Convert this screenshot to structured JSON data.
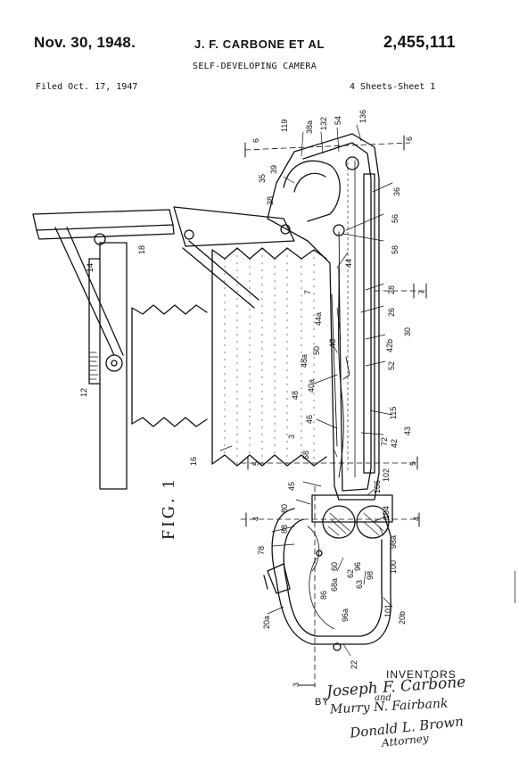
{
  "header": {
    "date": "Nov. 30, 1948.",
    "inventor": "J. F. CARBONE ET AL",
    "patent_number": "2,455,111",
    "title": "SELF-DEVELOPING CAMERA",
    "filed": "Filed Oct. 17, 1947",
    "sheets": "4 Sheets-Sheet 1"
  },
  "figure": {
    "label": "FIG. 1",
    "ref_labels": [
      "136",
      "54",
      "132",
      "38a",
      "119",
      "6",
      "39",
      "35",
      "38",
      "36",
      "56",
      "58",
      "18",
      "14",
      "44",
      "28",
      "7",
      "26",
      "44a",
      "30",
      "40",
      "50",
      "48a",
      "42b",
      "52",
      "40a",
      "48",
      "12",
      "115",
      "46",
      "3",
      "72",
      "42",
      "43",
      "68",
      "16",
      "5",
      "45",
      "102",
      "106",
      "80",
      "104",
      "4",
      "88",
      "60",
      "62",
      "96",
      "68a",
      "78",
      "63",
      "98",
      "86",
      "96a",
      "98a",
      "100",
      "101",
      "20a",
      "20b",
      "22"
    ]
  },
  "inventors_block": {
    "label": "INVENTORS",
    "by": "BY",
    "signatures": [
      "Joseph F. Carbone",
      "and",
      "Murry N. Fairbank",
      "Donald L. Brown",
      "Attorney"
    ]
  }
}
